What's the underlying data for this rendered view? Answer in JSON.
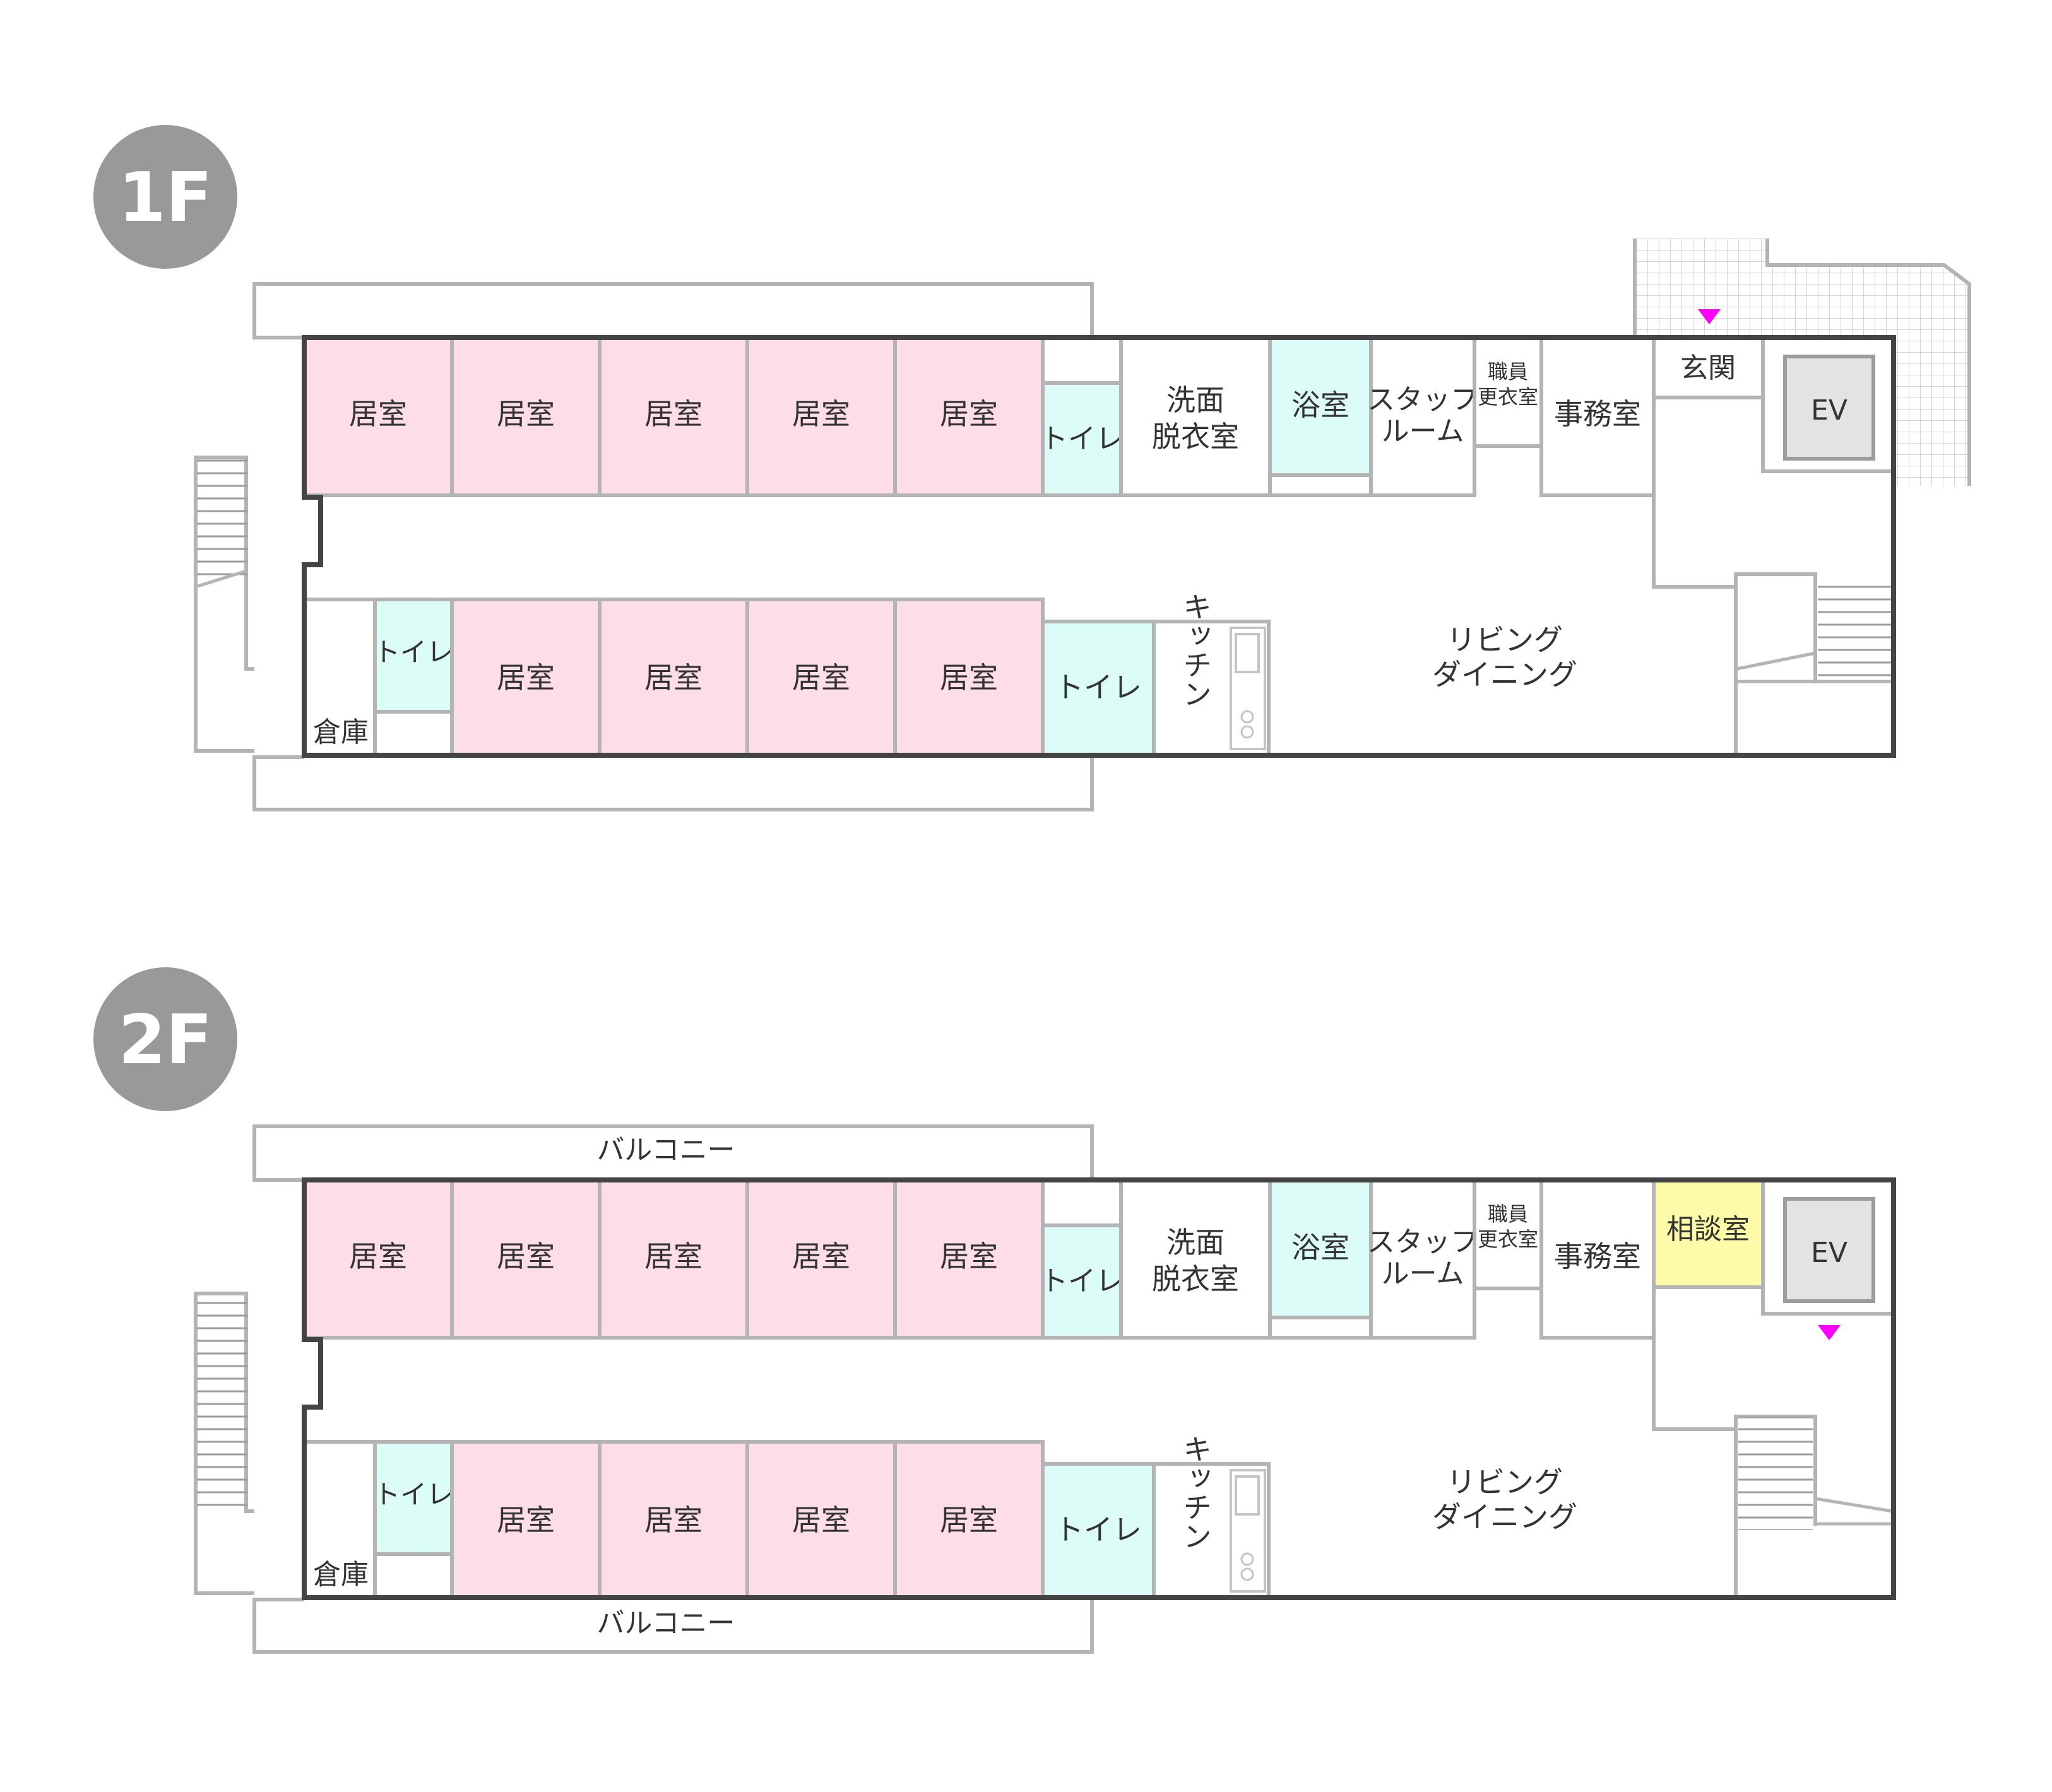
{
  "floors": [
    {
      "badge": "1F",
      "rooms": {
        "r1": "居室",
        "r2": "居室",
        "r3": "居室",
        "r4": "居室",
        "r5": "居室",
        "toilet_top": "トイレ",
        "senmen_1": "洗面",
        "senmen_2": "脱衣室",
        "bath": "浴室",
        "staff_1": "スタッフ",
        "staff_2": "ルーム",
        "locker_1": "職員",
        "locker_2": "更衣室",
        "office": "事務室",
        "genkan": "玄関",
        "ev": "EV",
        "toilet_small": "トイレ",
        "storage": "倉庫",
        "r6": "居室",
        "r7": "居室",
        "r8": "居室",
        "r9": "居室",
        "toilet_big": "トイレ",
        "kitchen": "キッチン",
        "living_1": "リビング",
        "living_2": "ダイニング"
      }
    },
    {
      "badge": "2F",
      "balcony_top": "バルコニー",
      "balcony_bottom": "バルコニー",
      "rooms": {
        "r1": "居室",
        "r2": "居室",
        "r3": "居室",
        "r4": "居室",
        "r5": "居室",
        "toilet_top": "トイレ",
        "senmen_1": "洗面",
        "senmen_2": "脱衣室",
        "bath": "浴室",
        "staff_1": "スタッフ",
        "staff_2": "ルーム",
        "locker_1": "職員",
        "locker_2": "更衣室",
        "office": "事務室",
        "consult": "相談室",
        "ev": "EV",
        "toilet_small": "トイレ",
        "storage": "倉庫",
        "r6": "居室",
        "r7": "居室",
        "r8": "居室",
        "r9": "居室",
        "toilet_big": "トイレ",
        "kitchen": "キッチン",
        "living_1": "リビング",
        "living_2": "ダイニング"
      }
    }
  ],
  "colors": {
    "bedroom": "#fddde8",
    "wet_room": "#dcfdf7",
    "consult": "#fdfaa8",
    "ev": "#e3e3e3",
    "badge": "#999999",
    "wall": "#444444",
    "partition": "#b4b4b4",
    "entrance_marker": "#ff00ff"
  }
}
